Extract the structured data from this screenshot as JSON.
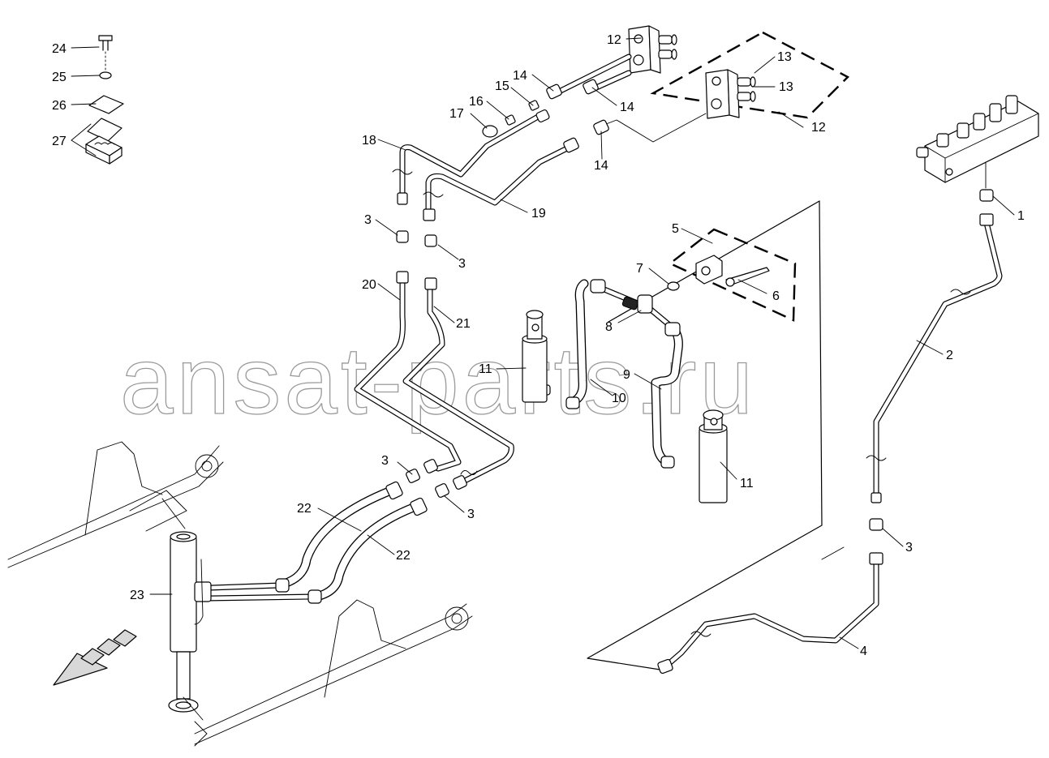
{
  "watermark": "ansat-parts.ru",
  "corner_mark": "",
  "callouts": [
    {
      "id": "c1",
      "text": "1"
    },
    {
      "id": "c2",
      "text": "2"
    },
    {
      "id": "c3a",
      "text": "3"
    },
    {
      "id": "c3b",
      "text": "3"
    },
    {
      "id": "c3c",
      "text": "3"
    },
    {
      "id": "c3d",
      "text": "3"
    },
    {
      "id": "c3e",
      "text": "3"
    },
    {
      "id": "c4",
      "text": "4"
    },
    {
      "id": "c5",
      "text": "5"
    },
    {
      "id": "c6",
      "text": "6"
    },
    {
      "id": "c7",
      "text": "7"
    },
    {
      "id": "c8",
      "text": "8"
    },
    {
      "id": "c9",
      "text": "9"
    },
    {
      "id": "c10",
      "text": "10"
    },
    {
      "id": "c11a",
      "text": "11"
    },
    {
      "id": "c11b",
      "text": "11"
    },
    {
      "id": "c12a",
      "text": "12"
    },
    {
      "id": "c12b",
      "text": "12"
    },
    {
      "id": "c13a",
      "text": "13"
    },
    {
      "id": "c13b",
      "text": "13"
    },
    {
      "id": "c14a",
      "text": "14"
    },
    {
      "id": "c14b",
      "text": "14"
    },
    {
      "id": "c14c",
      "text": "14"
    },
    {
      "id": "c15",
      "text": "15"
    },
    {
      "id": "c16",
      "text": "16"
    },
    {
      "id": "c17",
      "text": "17"
    },
    {
      "id": "c18",
      "text": "18"
    },
    {
      "id": "c19",
      "text": "19"
    },
    {
      "id": "c20",
      "text": "20"
    },
    {
      "id": "c21",
      "text": "21"
    },
    {
      "id": "c22a",
      "text": "22"
    },
    {
      "id": "c22b",
      "text": "22"
    },
    {
      "id": "c23",
      "text": "23"
    },
    {
      "id": "c24",
      "text": "24"
    },
    {
      "id": "c25",
      "text": "25"
    },
    {
      "id": "c26",
      "text": "26"
    },
    {
      "id": "c27",
      "text": "27"
    }
  ]
}
